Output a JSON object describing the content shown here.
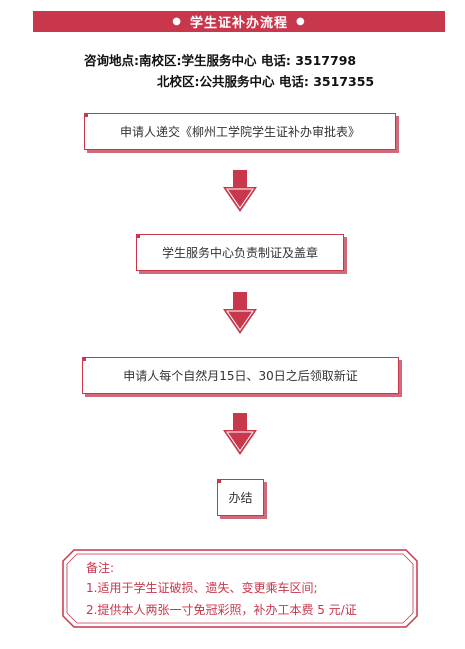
{
  "title": "学生证补办流程",
  "contacts": [
    "咨询地点:南校区:学生服务中心 电话: 3517798",
    "北校区:公共服务中心 电话: 3517355"
  ],
  "steps": [
    "申请人递交《柳州工学院学生证补办审批表》",
    "学生服务中心负责制证及盖章",
    "申请人每个自然月15日、30日之后领取新证",
    "办结"
  ],
  "note": {
    "heading": "备注:",
    "items": [
      "1.适用于学生证破损、遗失、变更乘车区间;",
      "2.提供本人两张一寸免冠彩照，补办工本费 5 元/证"
    ]
  },
  "colors": {
    "accent": "#c8374c",
    "shadow": "#d26a7b"
  }
}
